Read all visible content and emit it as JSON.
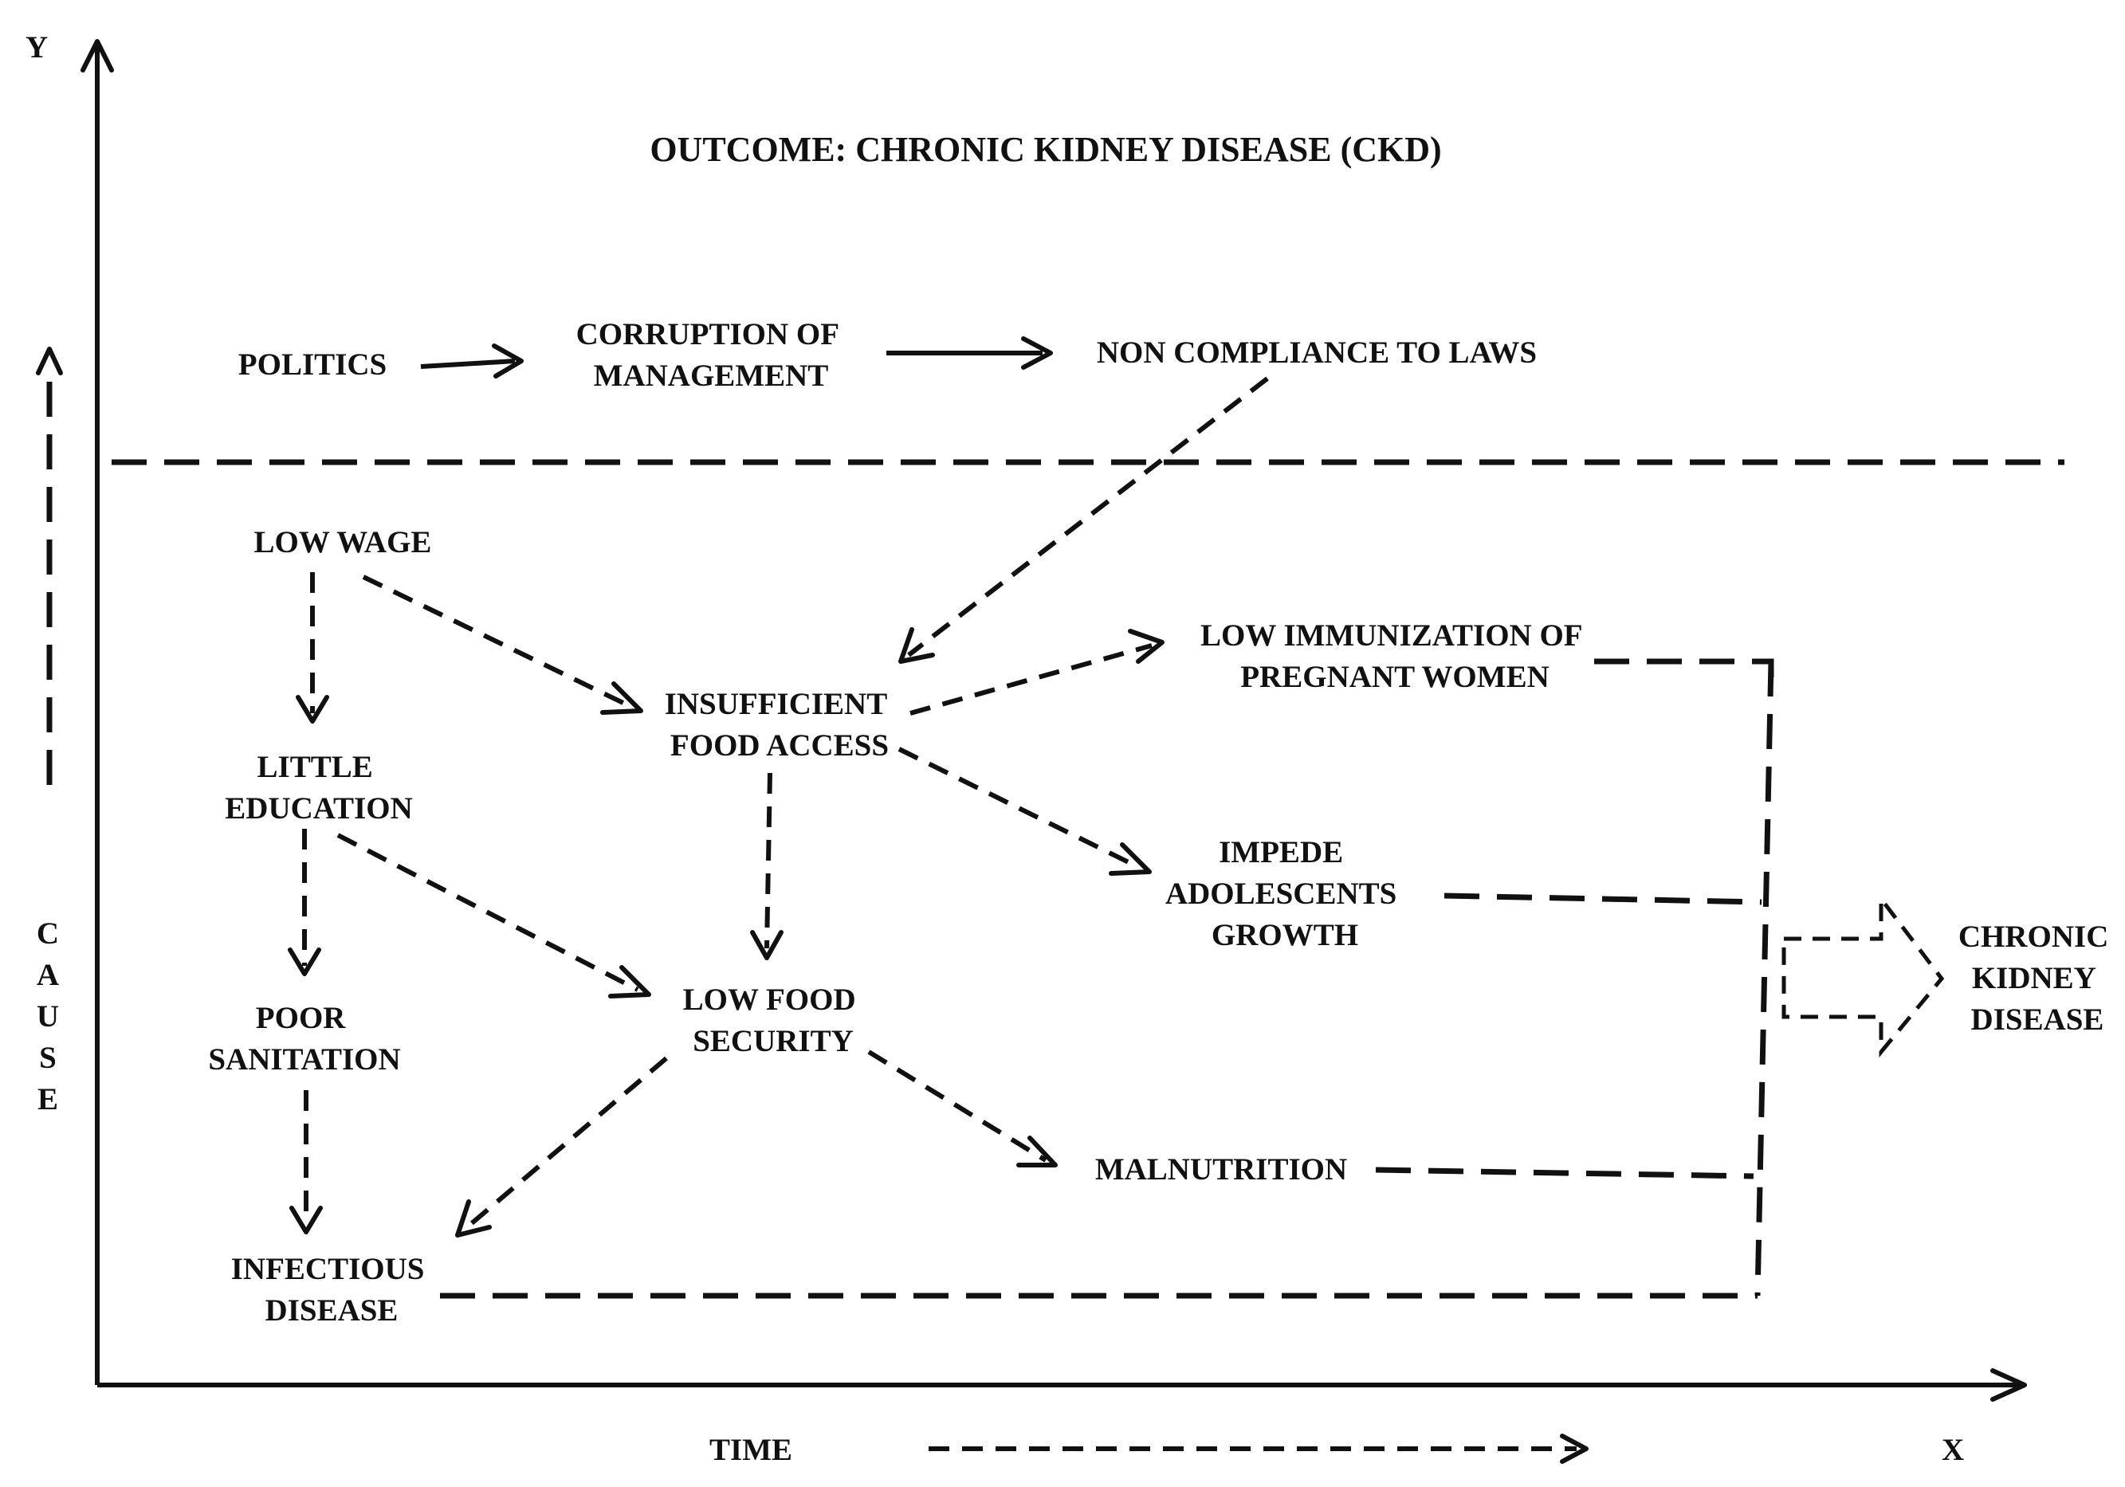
{
  "title": "OUTCOME: CHRONIC KIDNEY DISEASE (CKD)",
  "axes": {
    "y_label": "Y",
    "x_label": "X",
    "time_label": "TIME",
    "cause_letters": [
      "C",
      "A",
      "U",
      "S",
      "E"
    ]
  },
  "nodes": {
    "politics": [
      "POLITICS"
    ],
    "corruption": [
      "CORRUPTION OF",
      "MANAGEMENT"
    ],
    "non_compliance": [
      "NON COMPLIANCE TO LAWS"
    ],
    "low_wage": [
      "LOW WAGE"
    ],
    "little_education": [
      "LITTLE",
      "EDUCATION"
    ],
    "poor_sanitation": [
      "POOR",
      "SANITATION"
    ],
    "infectious_disease": [
      "INFECTIOUS",
      "DISEASE"
    ],
    "insufficient_food": [
      "INSUFFICIENT",
      "FOOD ACCESS"
    ],
    "low_food_security": [
      "LOW FOOD",
      "SECURITY"
    ],
    "low_immunization": [
      "LOW IMMUNIZATION OF",
      "PREGNANT WOMEN"
    ],
    "impede_growth": [
      "IMPEDE",
      "ADOLESCENTS",
      "GROWTH"
    ],
    "malnutrition": [
      "MALNUTRITION"
    ],
    "ckd": [
      "CHRONIC",
      "KIDNEY",
      "DISEASE"
    ]
  }
}
